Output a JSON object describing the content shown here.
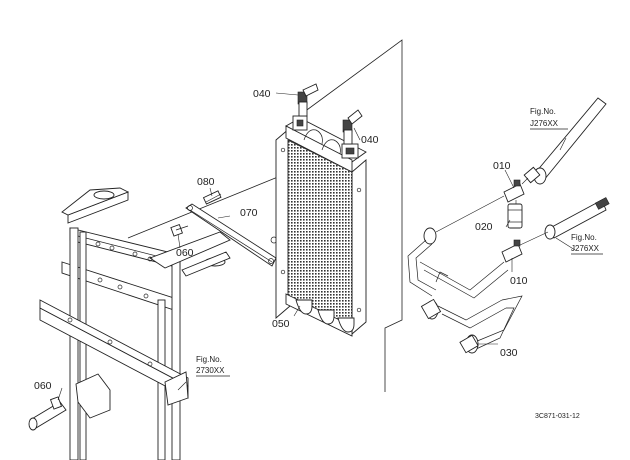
{
  "parts": {
    "p040a": "040",
    "p040b": "040",
    "p080": "080",
    "p070": "070",
    "p060a": "060",
    "p050": "050",
    "p060b": "060",
    "p010a": "010",
    "p020": "020",
    "p010b": "010",
    "p030": "030"
  },
  "figrefs": {
    "fig_a": {
      "label": "Fig.No.",
      "number": "J276XX"
    },
    "fig_b": {
      "label": "Fig.No.",
      "number": "J276XX"
    },
    "fig_c": {
      "label": "Fig.No.",
      "number": "2730XX"
    }
  },
  "diagram_code": "3C871-031-12"
}
